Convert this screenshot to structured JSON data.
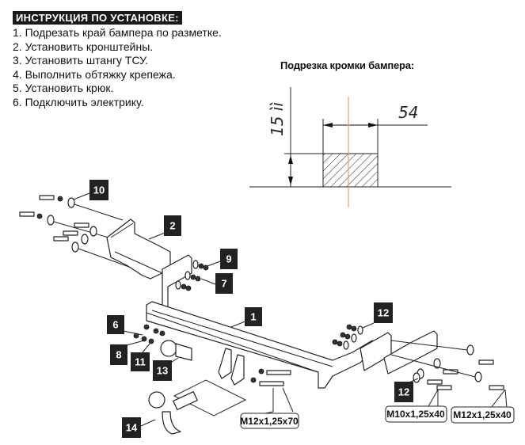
{
  "instructions": {
    "title": "ИНСТРУКЦИЯ ПО УСТАНОВКЕ:",
    "steps": [
      "1. Подрезать край бампера по разметке.",
      "2. Установить кронштейны.",
      "3. Установить штангу ТСУ.",
      "4. Выполнить обтяжку крепежа.",
      "5. Установить крюк.",
      "6. Подключить электрику."
    ]
  },
  "bumper_cut": {
    "title": "Подрезка кромки бампера:",
    "width_dim": "54",
    "height_dim": "15 ìì",
    "centerline_color": "#e8a050"
  },
  "assembly": {
    "part_labels": [
      "1",
      "2",
      "6",
      "7",
      "8",
      "9",
      "10",
      "11",
      "12",
      "12",
      "13",
      "14"
    ],
    "bolt_specs": [
      "M12x1,25x70",
      "M10x1,25x40",
      "M12x1,25x40"
    ]
  },
  "colors": {
    "label_bg": "#222222",
    "label_text": "#ffffff",
    "line": "#222222"
  }
}
